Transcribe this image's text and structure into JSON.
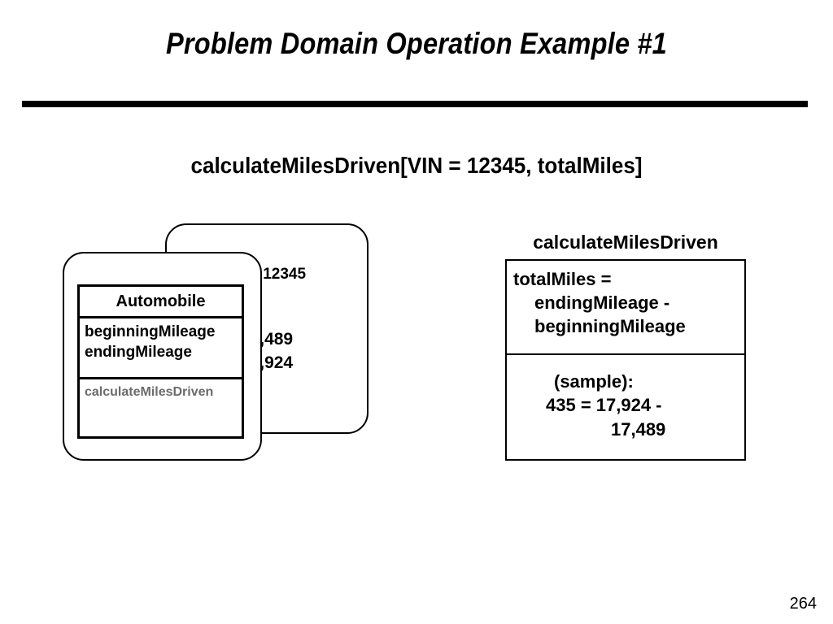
{
  "slide": {
    "title": "Problem Domain Operation Example #1",
    "signature": "calculateMilesDriven[VIN = 12345, totalMiles]",
    "page_number": "264"
  },
  "object_card": {
    "vin": "VIN: 12345",
    "values": [
      "17,489",
      "17,924"
    ]
  },
  "class_card": {
    "name": "Automobile",
    "attributes": [
      "beginningMileage",
      "endingMileage"
    ],
    "operations": [
      "calculateMilesDriven"
    ],
    "operation_color": "#6b6b6b"
  },
  "operation_spec": {
    "label": "calculateMilesDriven",
    "formula_lines": [
      "totalMiles =",
      "endingMileage -",
      "beginningMileage"
    ],
    "sample_lines": [
      "(sample):",
      "435 = 17,924 -",
      "17,489"
    ]
  },
  "colors": {
    "background": "#ffffff",
    "foreground": "#000000",
    "muted": "#6b6b6b"
  }
}
